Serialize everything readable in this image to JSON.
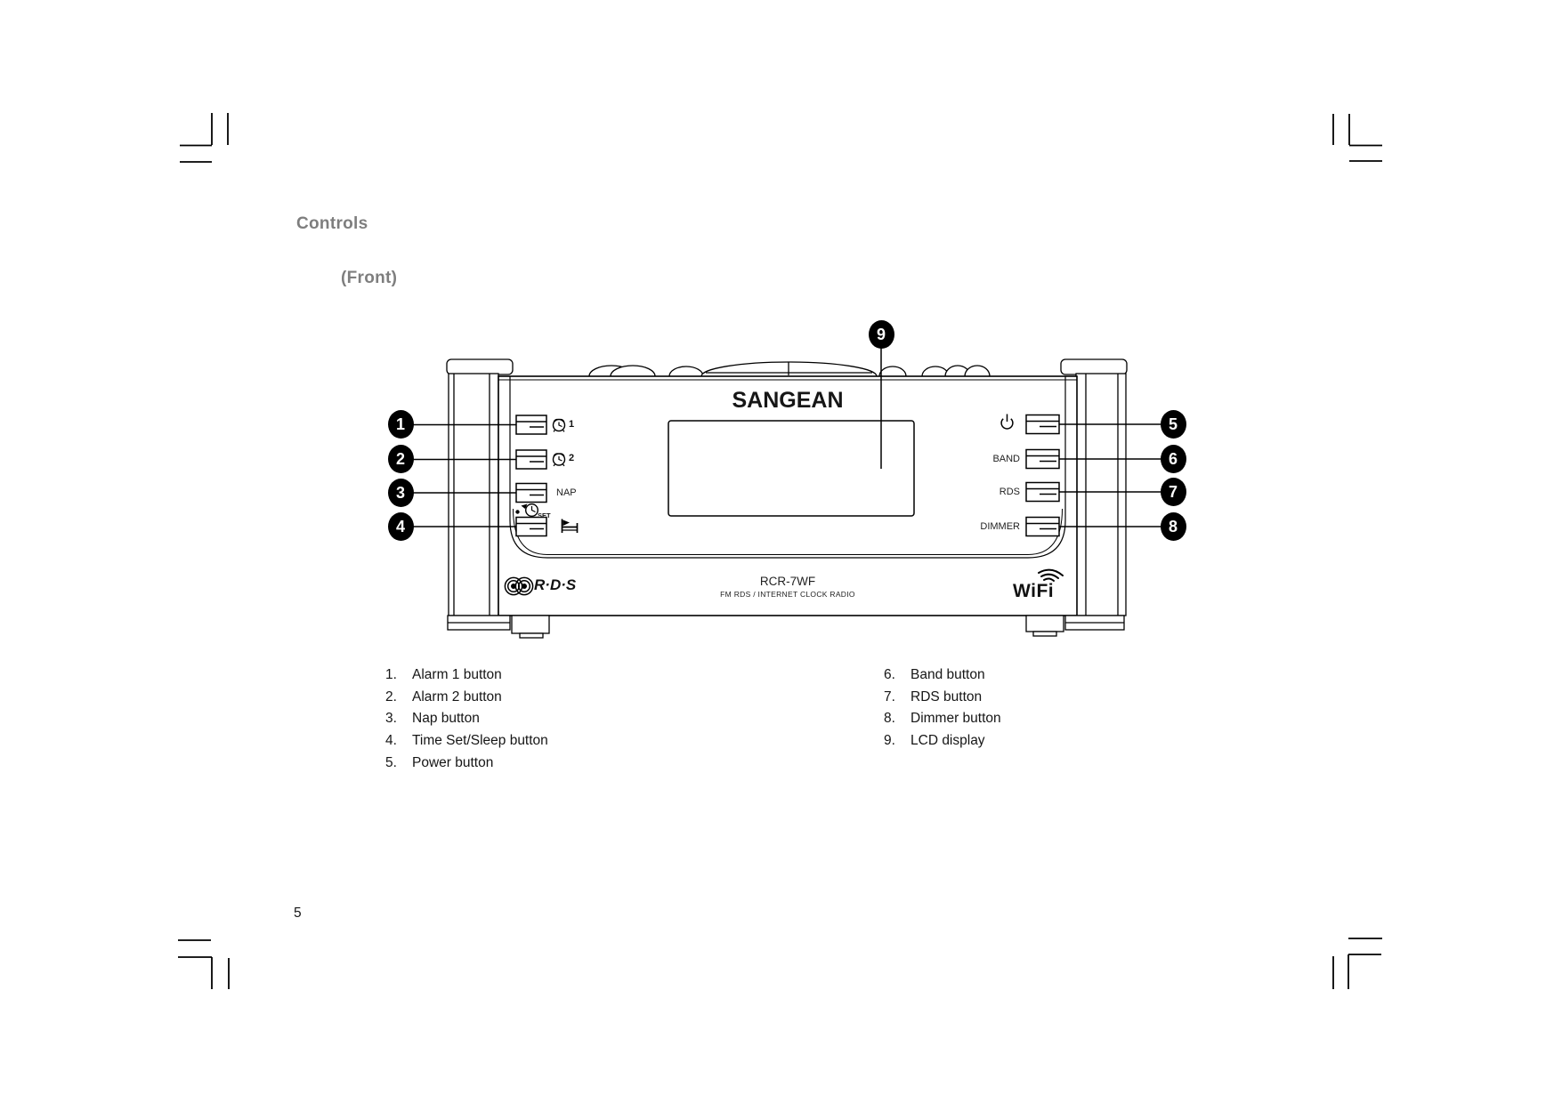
{
  "page": {
    "heading": "Controls",
    "subheading": "(Front)",
    "page_number": "5"
  },
  "device": {
    "brand": "SANGEAN",
    "model": "RCR-7WF",
    "model_subtitle": "FM RDS / INTERNET CLOCK RADIO",
    "rds_logo_text": "R·D·S",
    "wifi_logo_text": "WiFi",
    "alarm1_num": "1",
    "alarm2_num": "2",
    "labels": {
      "nap": "NAP",
      "set": "SET",
      "band": "BAND",
      "rds": "RDS",
      "dimmer": "DIMMER"
    }
  },
  "callouts": [
    "1",
    "2",
    "3",
    "4",
    "5",
    "6",
    "7",
    "8",
    "9"
  ],
  "legend": {
    "left": [
      {
        "num": "1.",
        "label": "Alarm 1 button"
      },
      {
        "num": "2.",
        "label": "Alarm 2 button"
      },
      {
        "num": "3.",
        "label": "Nap button"
      },
      {
        "num": "4.",
        "label": "Time Set/Sleep button"
      },
      {
        "num": "5.",
        "label": "Power button"
      }
    ],
    "right": [
      {
        "num": "6.",
        "label": "Band button"
      },
      {
        "num": "7.",
        "label": "RDS button"
      },
      {
        "num": "8.",
        "label": "Dimmer button"
      },
      {
        "num": "9.",
        "label": "LCD display"
      }
    ]
  }
}
